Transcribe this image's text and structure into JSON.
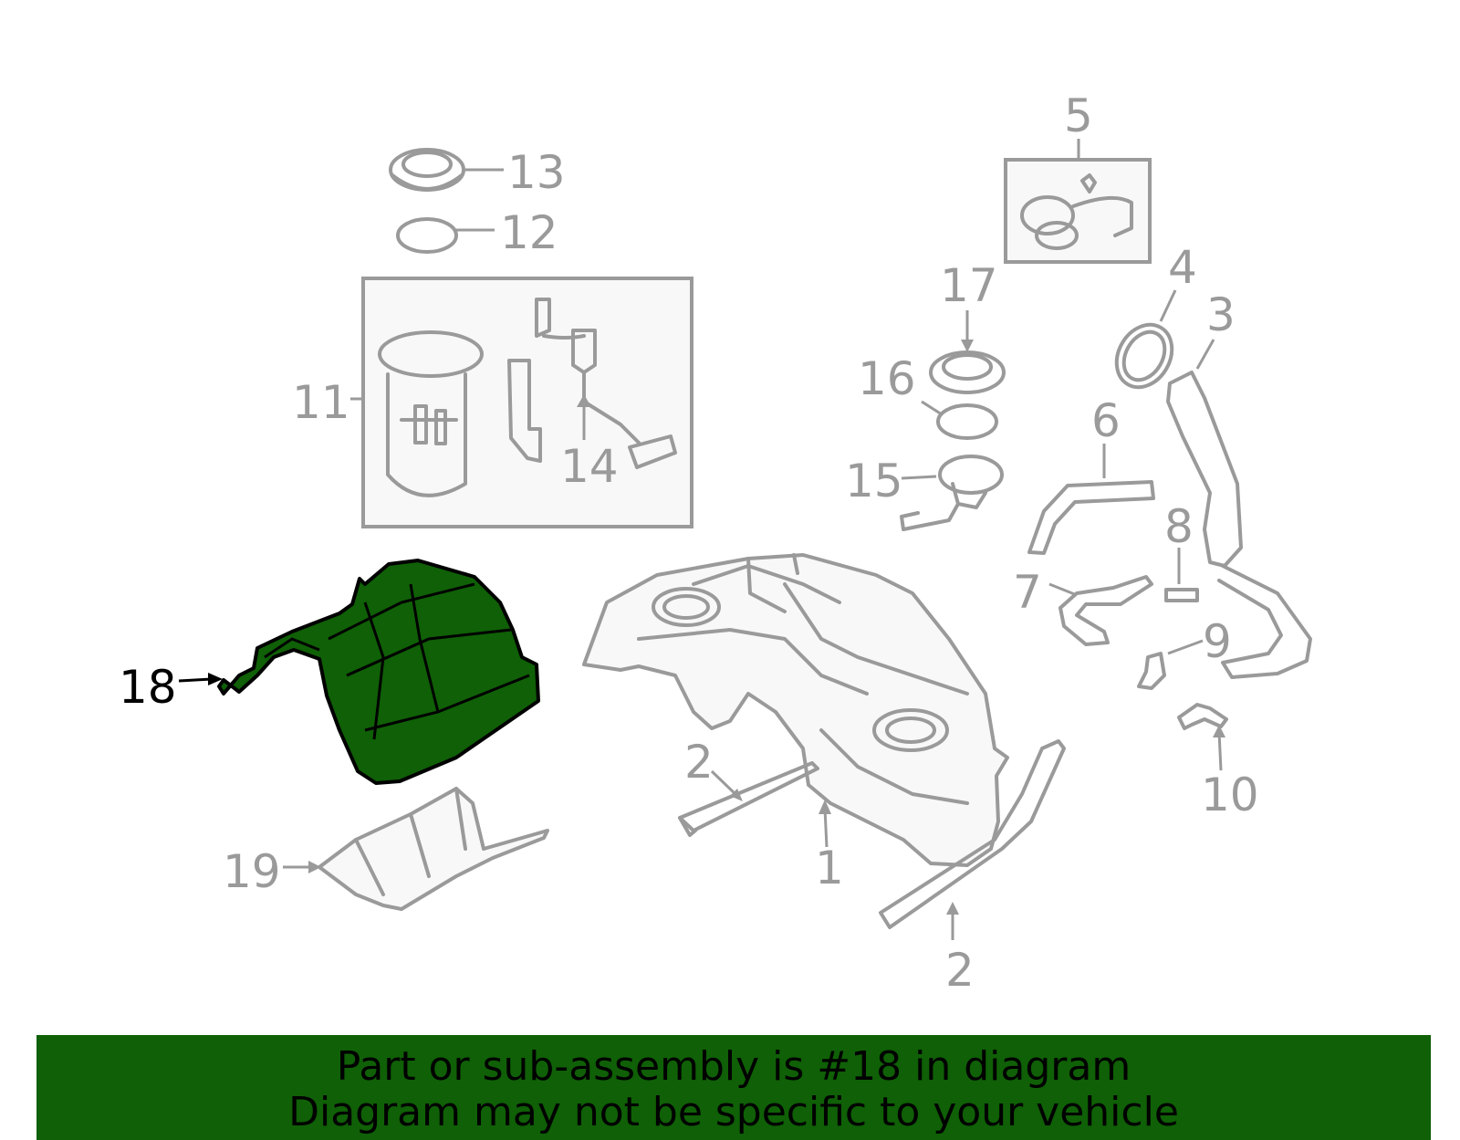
{
  "colors": {
    "highlight": "#0f6006",
    "line": "#9a9a9a",
    "banner_bg": "#0f6006",
    "active_text": "#000000"
  },
  "callouts": {
    "c1": "1",
    "c2a": "2",
    "c2b": "2",
    "c3": "3",
    "c4": "4",
    "c5": "5",
    "c6": "6",
    "c7": "7",
    "c8": "8",
    "c9": "9",
    "c10": "10",
    "c11": "11",
    "c12": "12",
    "c13": "13",
    "c14": "14",
    "c15": "15",
    "c16": "16",
    "c17": "17",
    "c18": "18",
    "c19": "19"
  },
  "banner": {
    "line1": "Part or sub-assembly is #18 in diagram",
    "line2": "Diagram may not be specific to your vehicle"
  }
}
